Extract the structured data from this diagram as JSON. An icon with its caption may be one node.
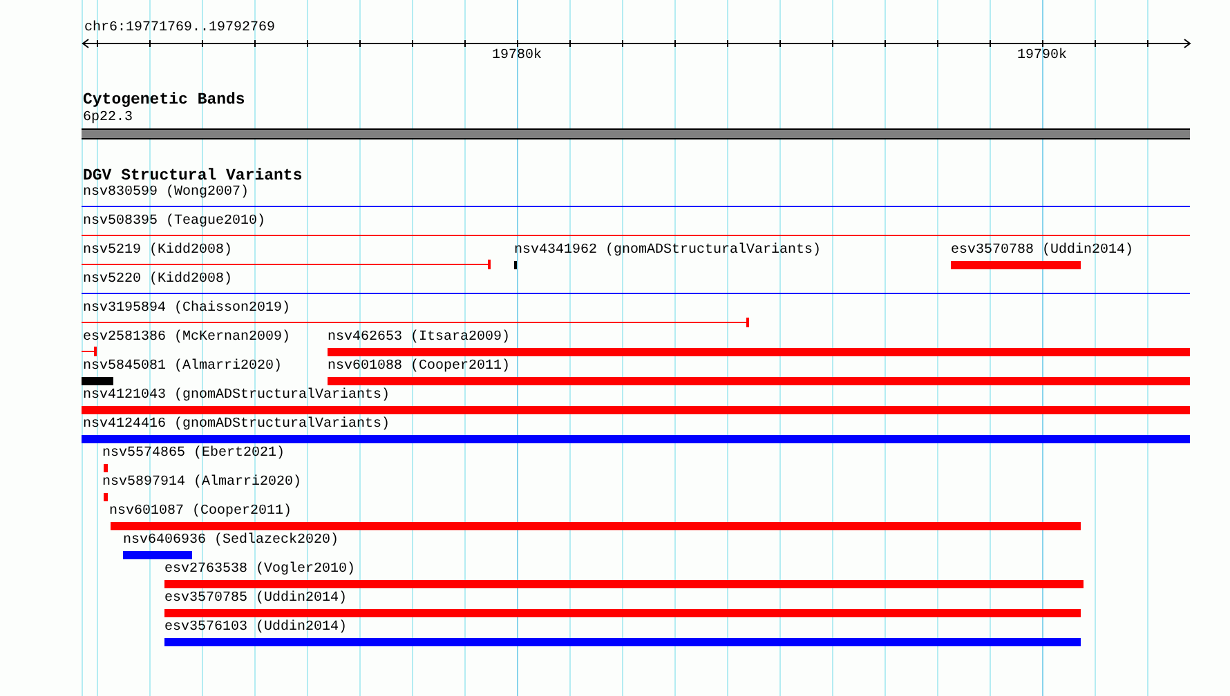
{
  "diagram": {
    "nodes": [
      {
        "text": [
          "6p22.3"
        ]
      },
      {
        "text": [
          "nsv830599 (Wong2007)"
        ]
      },
      {
        "text": [
          "nsv508395 (Teague2010)"
        ]
      },
      {
        "text": [
          "nsv5219 (Kidd2008)"
        ]
      },
      {
        "text": [
          "nsv4341962 (gnomADStructuralVariants)"
        ]
      },
      {
        "text": [
          "esv3570788 (Uddin2014)"
        ]
      },
      {
        "text": [
          "nsv5220 (Kidd2008)"
        ]
      },
      {
        "text": [
          "nsv3195894 (Chaisson2019)"
        ]
      },
      {
        "text": [
          "esv2581386 (McKernan2009)"
        ]
      },
      {
        "text": [
          "nsv462653 (Itsara2009)"
        ]
      },
      {
        "text": [
          "nsv5845081 (Almarri2020)"
        ]
      },
      {
        "text": [
          "nsv601088 (Cooper2011)"
        ]
      },
      {
        "text": [
          "nsv4121043 (gnomADStructuralVariants)"
        ]
      },
      {
        "text": [
          "nsv4124416 (gnomADStructuralVariants)"
        ]
      },
      {
        "text": [
          "nsv5574865 (Ebert2021)"
        ]
      },
      {
        "text": [
          "nsv5897914 (Almarri2020)"
        ]
      },
      {
        "text": [
          "nsv601087 (Cooper2011)"
        ]
      },
      {
        "text": [
          "nsv6406936 (Sedlazeck2020)"
        ]
      },
      {
        "text": [
          "esv2763538 (Vogler2010)"
        ]
      },
      {
        "text": [
          "esv3570785 (Uddin2014)"
        ]
      },
      {
        "text": [
          "esv3576103 (Uddin2014)"
        ]
      }
    ],
    "labels": [
      "chr6:19771769..19792769",
      "19780k",
      "19790k",
      "Cytogenetic Bands",
      "DGV Structural Variants"
    ]
  }
}
